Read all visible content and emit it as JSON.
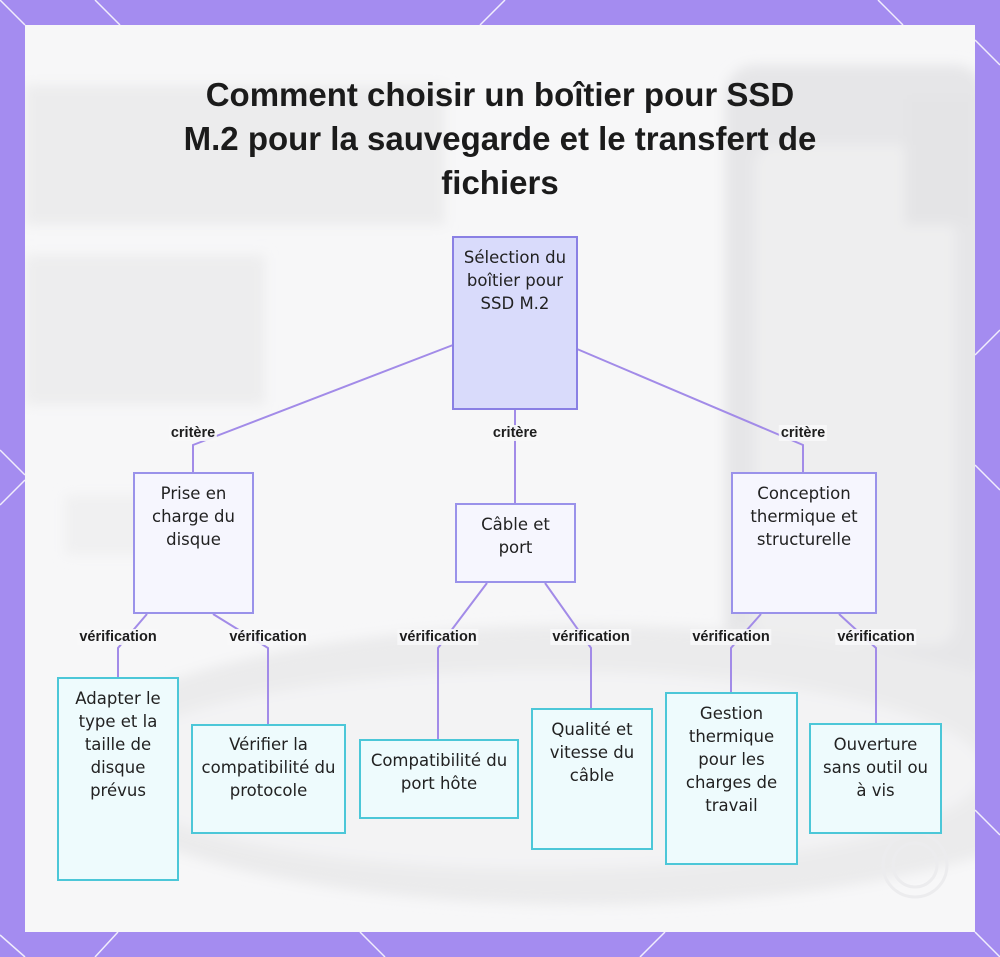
{
  "title": "Comment choisir un boîtier pour SSD M.2 pour la sauvegarde et le transfert de fichiers",
  "root": {
    "label": "Sélection du boîtier pour SSD M.2"
  },
  "criteria": [
    {
      "label": "Prise en charge du disque",
      "edge_label": "critère"
    },
    {
      "label": "Câble et port",
      "edge_label": "critère"
    },
    {
      "label": "Conception thermique et structurelle",
      "edge_label": "critère"
    }
  ],
  "checks": [
    {
      "label": "Adapter le type et la taille de disque prévus",
      "edge_label": "vérification"
    },
    {
      "label": "Vérifier la compatibilité du protocole",
      "edge_label": "vérification"
    },
    {
      "label": "Compatibilité du port hôte",
      "edge_label": "vérification"
    },
    {
      "label": "Qualité et vitesse du câble",
      "edge_label": "vérification"
    },
    {
      "label": "Gestion thermique pour les charges de travail",
      "edge_label": "vérification"
    },
    {
      "label": "Ouverture sans outil ou à vis",
      "edge_label": "vérification"
    }
  ],
  "colors": {
    "frame": "#a48cf0",
    "root_fill": "#d9dbfb",
    "root_border": "#8a80e4",
    "criterion_fill": "#f6f6fe",
    "criterion_border": "#9a92ea",
    "check_fill": "#eefbfd",
    "check_border": "#4cc7d8",
    "edge": "#a28be8"
  }
}
